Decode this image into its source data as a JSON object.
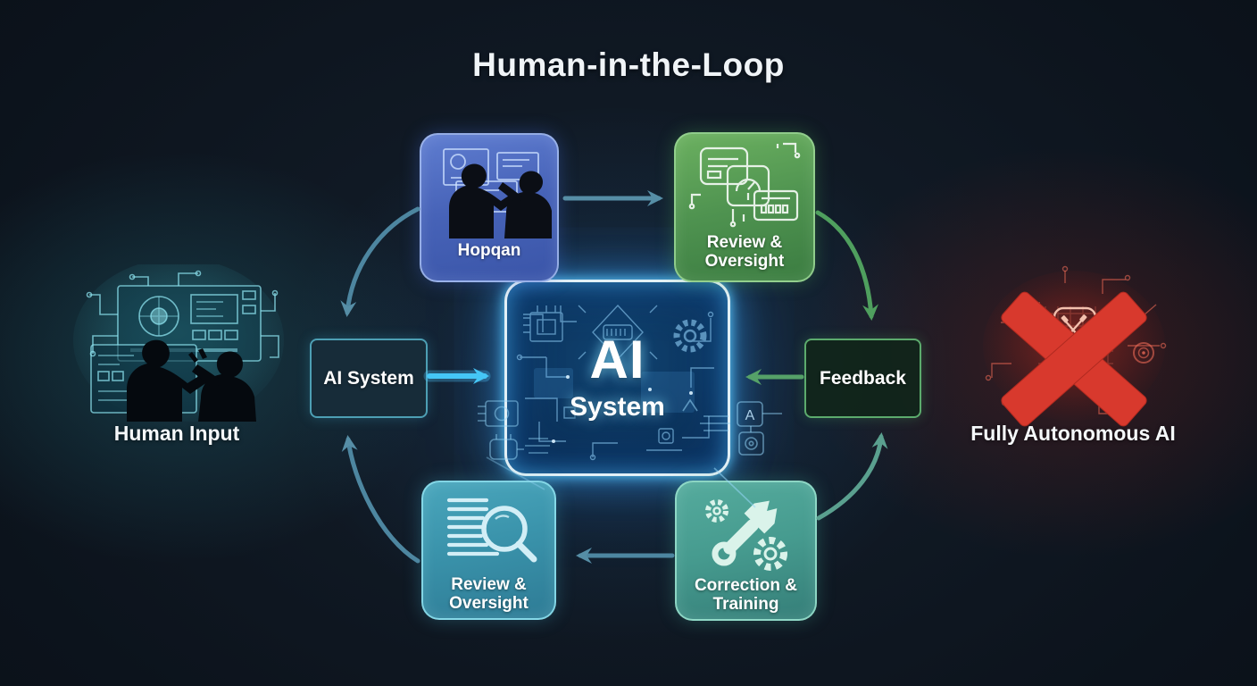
{
  "title": "Human-in-the-Loop",
  "center_node": {
    "line1": "AI",
    "line2": "System"
  },
  "loop": {
    "top_left": {
      "label": "Hopqan"
    },
    "top_right": {
      "line1": "Review &",
      "line2": "Oversight"
    },
    "left": {
      "label": "AI System"
    },
    "right": {
      "label": "Feedback"
    },
    "bottom_left": {
      "line1": "Review &",
      "line2": "Oversight"
    },
    "bottom_right": {
      "line1": "Correction &",
      "line2": "Training"
    }
  },
  "left_panel": {
    "caption": "Human Input"
  },
  "right_panel": {
    "caption": "Fully Autonomous AI"
  },
  "icons": {
    "top_left": "people-conversation-icon",
    "top_right": "review-documents-icon",
    "bottom_left": "list-magnifier-icon",
    "bottom_right": "wrench-gears-icon",
    "left_panel": "humans-at-screens-art",
    "right_panel": "red-x-icon",
    "center": "circuit-board-art"
  },
  "colors": {
    "background": "#0b1119",
    "node_blue": "#4763b8",
    "node_green": "#4f9350",
    "node_teal": "#3a93ab",
    "node_teal_green": "#469b8f",
    "center_glow": "#3fd0ff",
    "arrow_steel": "#568ea6",
    "arrow_green": "#4f9f5e",
    "arrow_cyan": "#45c6f6",
    "x_red": "#d8392d"
  }
}
